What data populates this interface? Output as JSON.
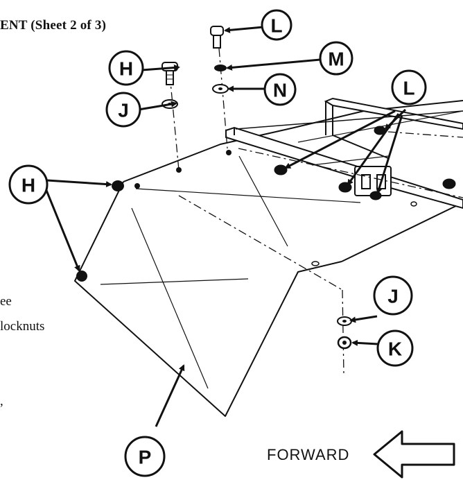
{
  "heading": "ENT (Sheet  2 of 3)",
  "side_notes": [
    "ee",
    "locknuts",
    ","
  ],
  "forward_label": "FORWARD",
  "callouts": {
    "L_top": "L",
    "M": "M",
    "N": "N",
    "L_right": "L",
    "H_top": "H",
    "J_top": "J",
    "H_left": "H",
    "J_bottom": "J",
    "K": "K",
    "P": "P"
  },
  "icons": {
    "forward_arrow": "left-outline-arrow-icon"
  }
}
